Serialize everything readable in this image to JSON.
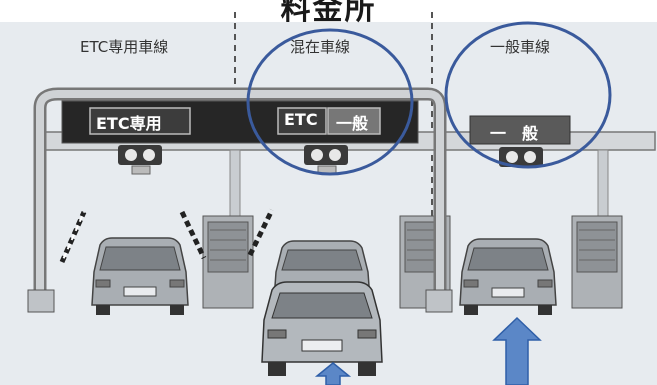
{
  "title": "料金所",
  "lane_labels": {
    "etc_only": "ETC専用車線",
    "mixed": "混在車線",
    "general": "一般車線"
  },
  "signs": {
    "etc_only": "ETC専用",
    "mixed_etc": "ETC",
    "mixed_general": "一般",
    "general": "一　般"
  },
  "colors": {
    "circle": "#3a5a9c",
    "arrow": "#5b87c7",
    "gantry": "#4a4a4a"
  }
}
